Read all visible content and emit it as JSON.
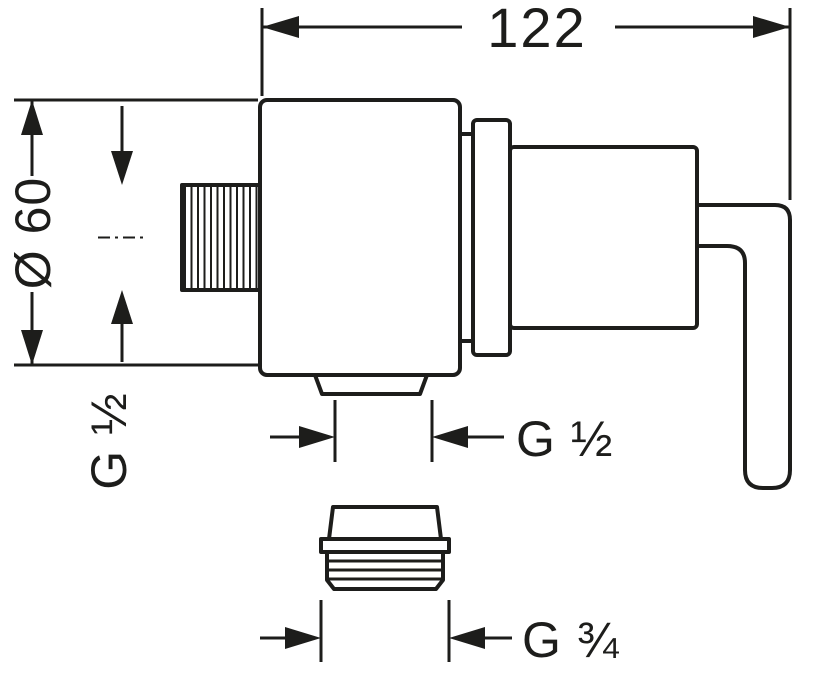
{
  "drawing": {
    "type": "technical-dimension-drawing",
    "dimensions": {
      "width": "122",
      "diameter": "Ø 60",
      "inlet_thread": "G ½",
      "outlet_thread": "G ½",
      "adapter_thread": "G ¾"
    }
  },
  "colors": {
    "line": "#1d1d1b",
    "background": "#ffffff"
  }
}
